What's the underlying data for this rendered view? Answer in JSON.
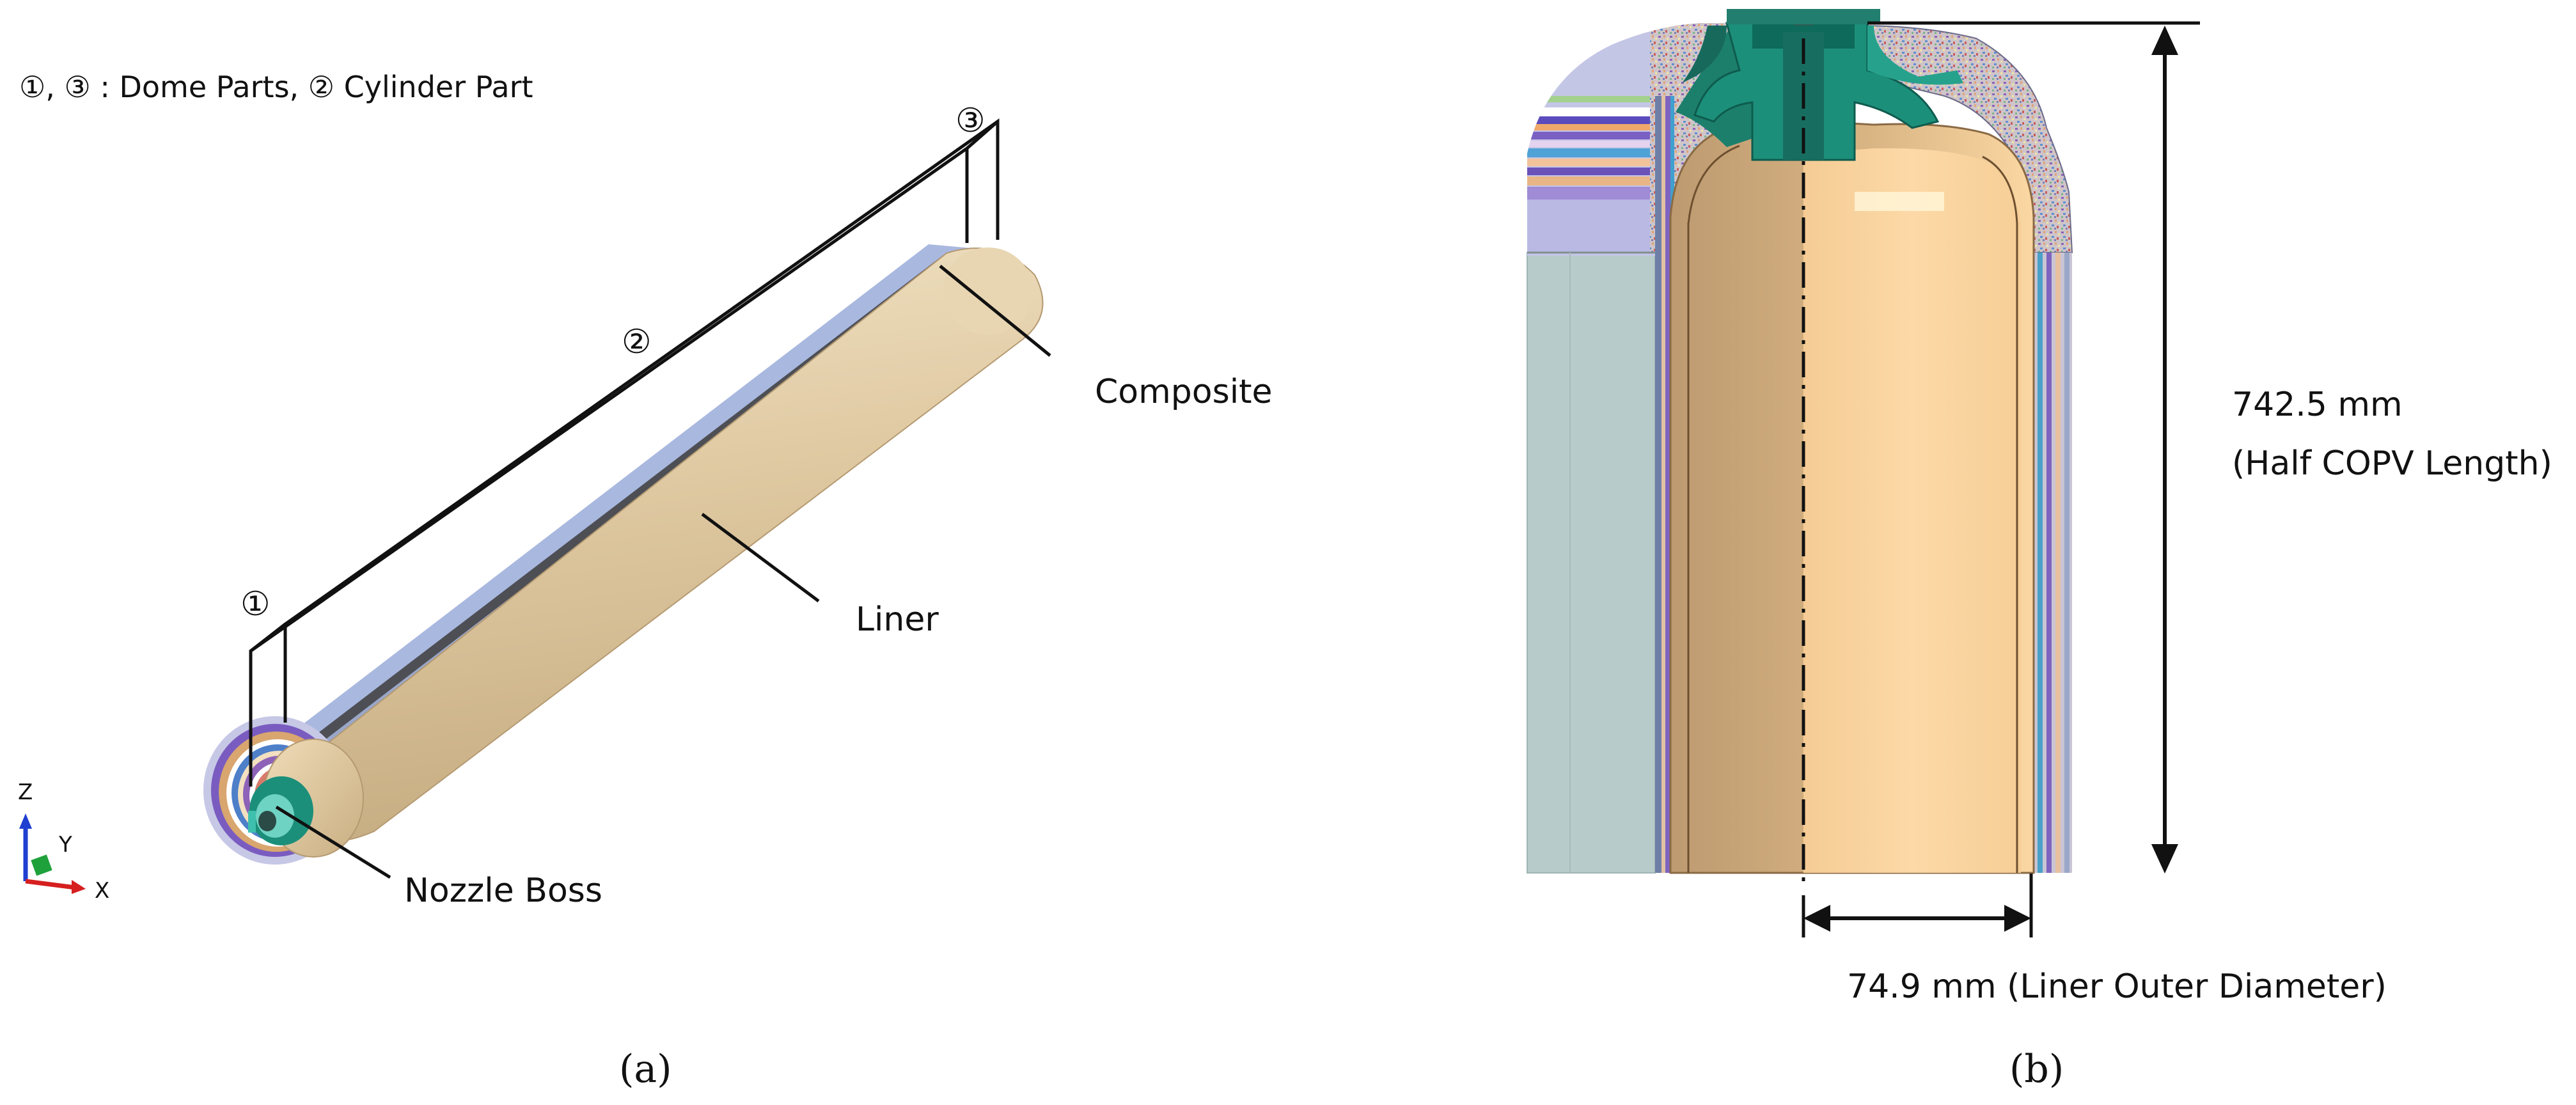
{
  "panel_a": {
    "legend_text": "①, ③ : Dome Parts,  ② Cylinder Part",
    "marker_1": "①",
    "marker_2": "②",
    "marker_3": "③",
    "label_composite": "Composite",
    "label_liner": "Liner",
    "label_nozzle_boss": "Nozzle Boss",
    "axis_z": "Z",
    "axis_y": "Y",
    "axis_x": "X",
    "caption": "(a)"
  },
  "panel_b": {
    "length_value": "742.5 mm",
    "length_desc": "(Half COPV Length)",
    "diameter_label": "74.9 mm (Liner Outer Diameter)",
    "caption": "(b)"
  },
  "colors": {
    "liner_tan": "#d9c29a",
    "liner_orange": "#f7d3a0",
    "composite_blue": "#a9b8df",
    "composite_grey": "#b8cbcb",
    "boss_green": "#1c8f7a",
    "axis_blue": "#1f3fd1",
    "axis_green": "#1ea13b",
    "axis_red": "#d61f1f"
  }
}
